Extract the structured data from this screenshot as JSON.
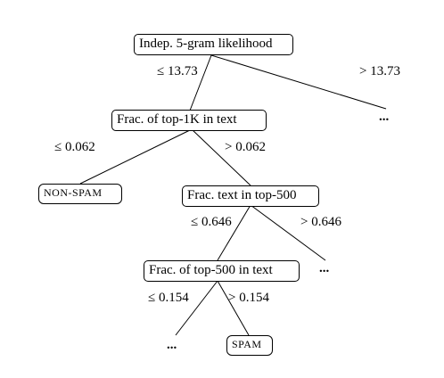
{
  "nodes": {
    "root": "Indep. 5-gram likelihood",
    "n1": "Frac. of top-1K in text",
    "n2": "Frac. text in top-500",
    "n3": "Frac. of top-500 in text"
  },
  "leaves": {
    "nonspam": "NON-SPAM",
    "spam": "SPAM"
  },
  "edge_labels": {
    "root_left": "≤ 13.73",
    "root_right": "> 13.73",
    "n1_left": "≤ 0.062",
    "n1_right": "> 0.062",
    "n2_left": "≤ 0.646",
    "n2_right": "> 0.646",
    "n3_left": "≤ 0.154",
    "n3_right": "> 0.154"
  },
  "ellipsis": "..."
}
